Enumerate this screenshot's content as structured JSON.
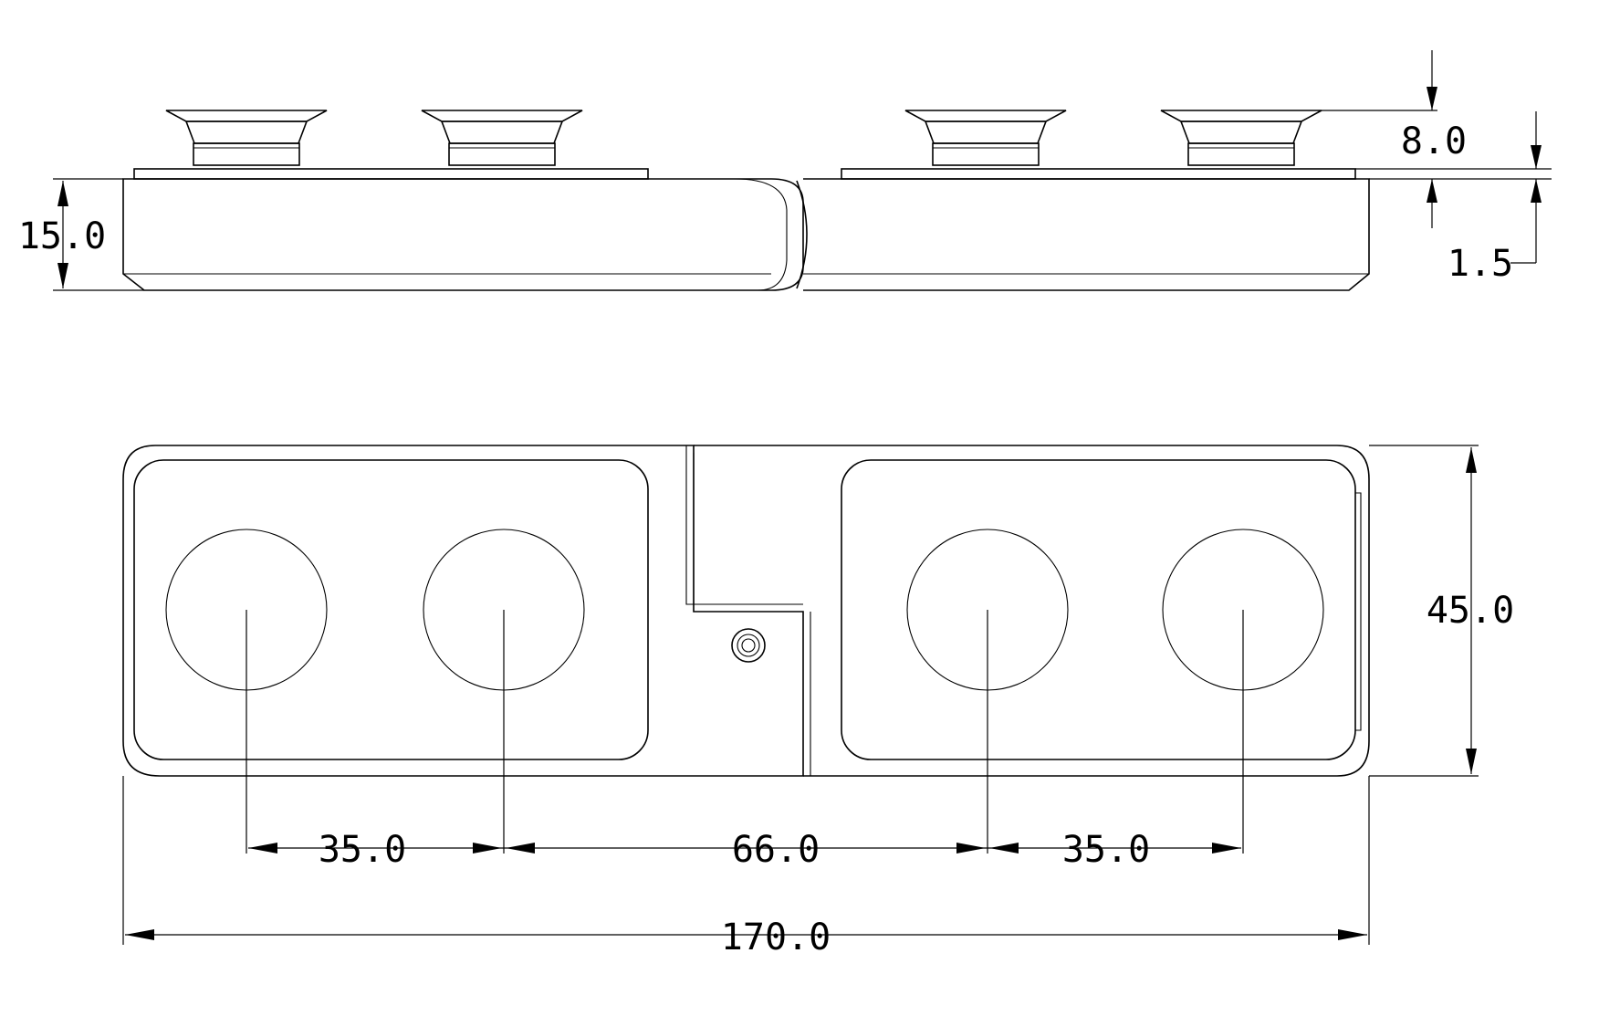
{
  "dimensions": {
    "height_overall": "15.0",
    "cup_height": "8.0",
    "base_plate": "1.5",
    "width": "45.0",
    "pitch_left": "35.0",
    "center_gap": "66.0",
    "pitch_right": "35.0",
    "total_length": "170.0"
  },
  "colors": {
    "line": "#000000",
    "background": "#ffffff"
  }
}
